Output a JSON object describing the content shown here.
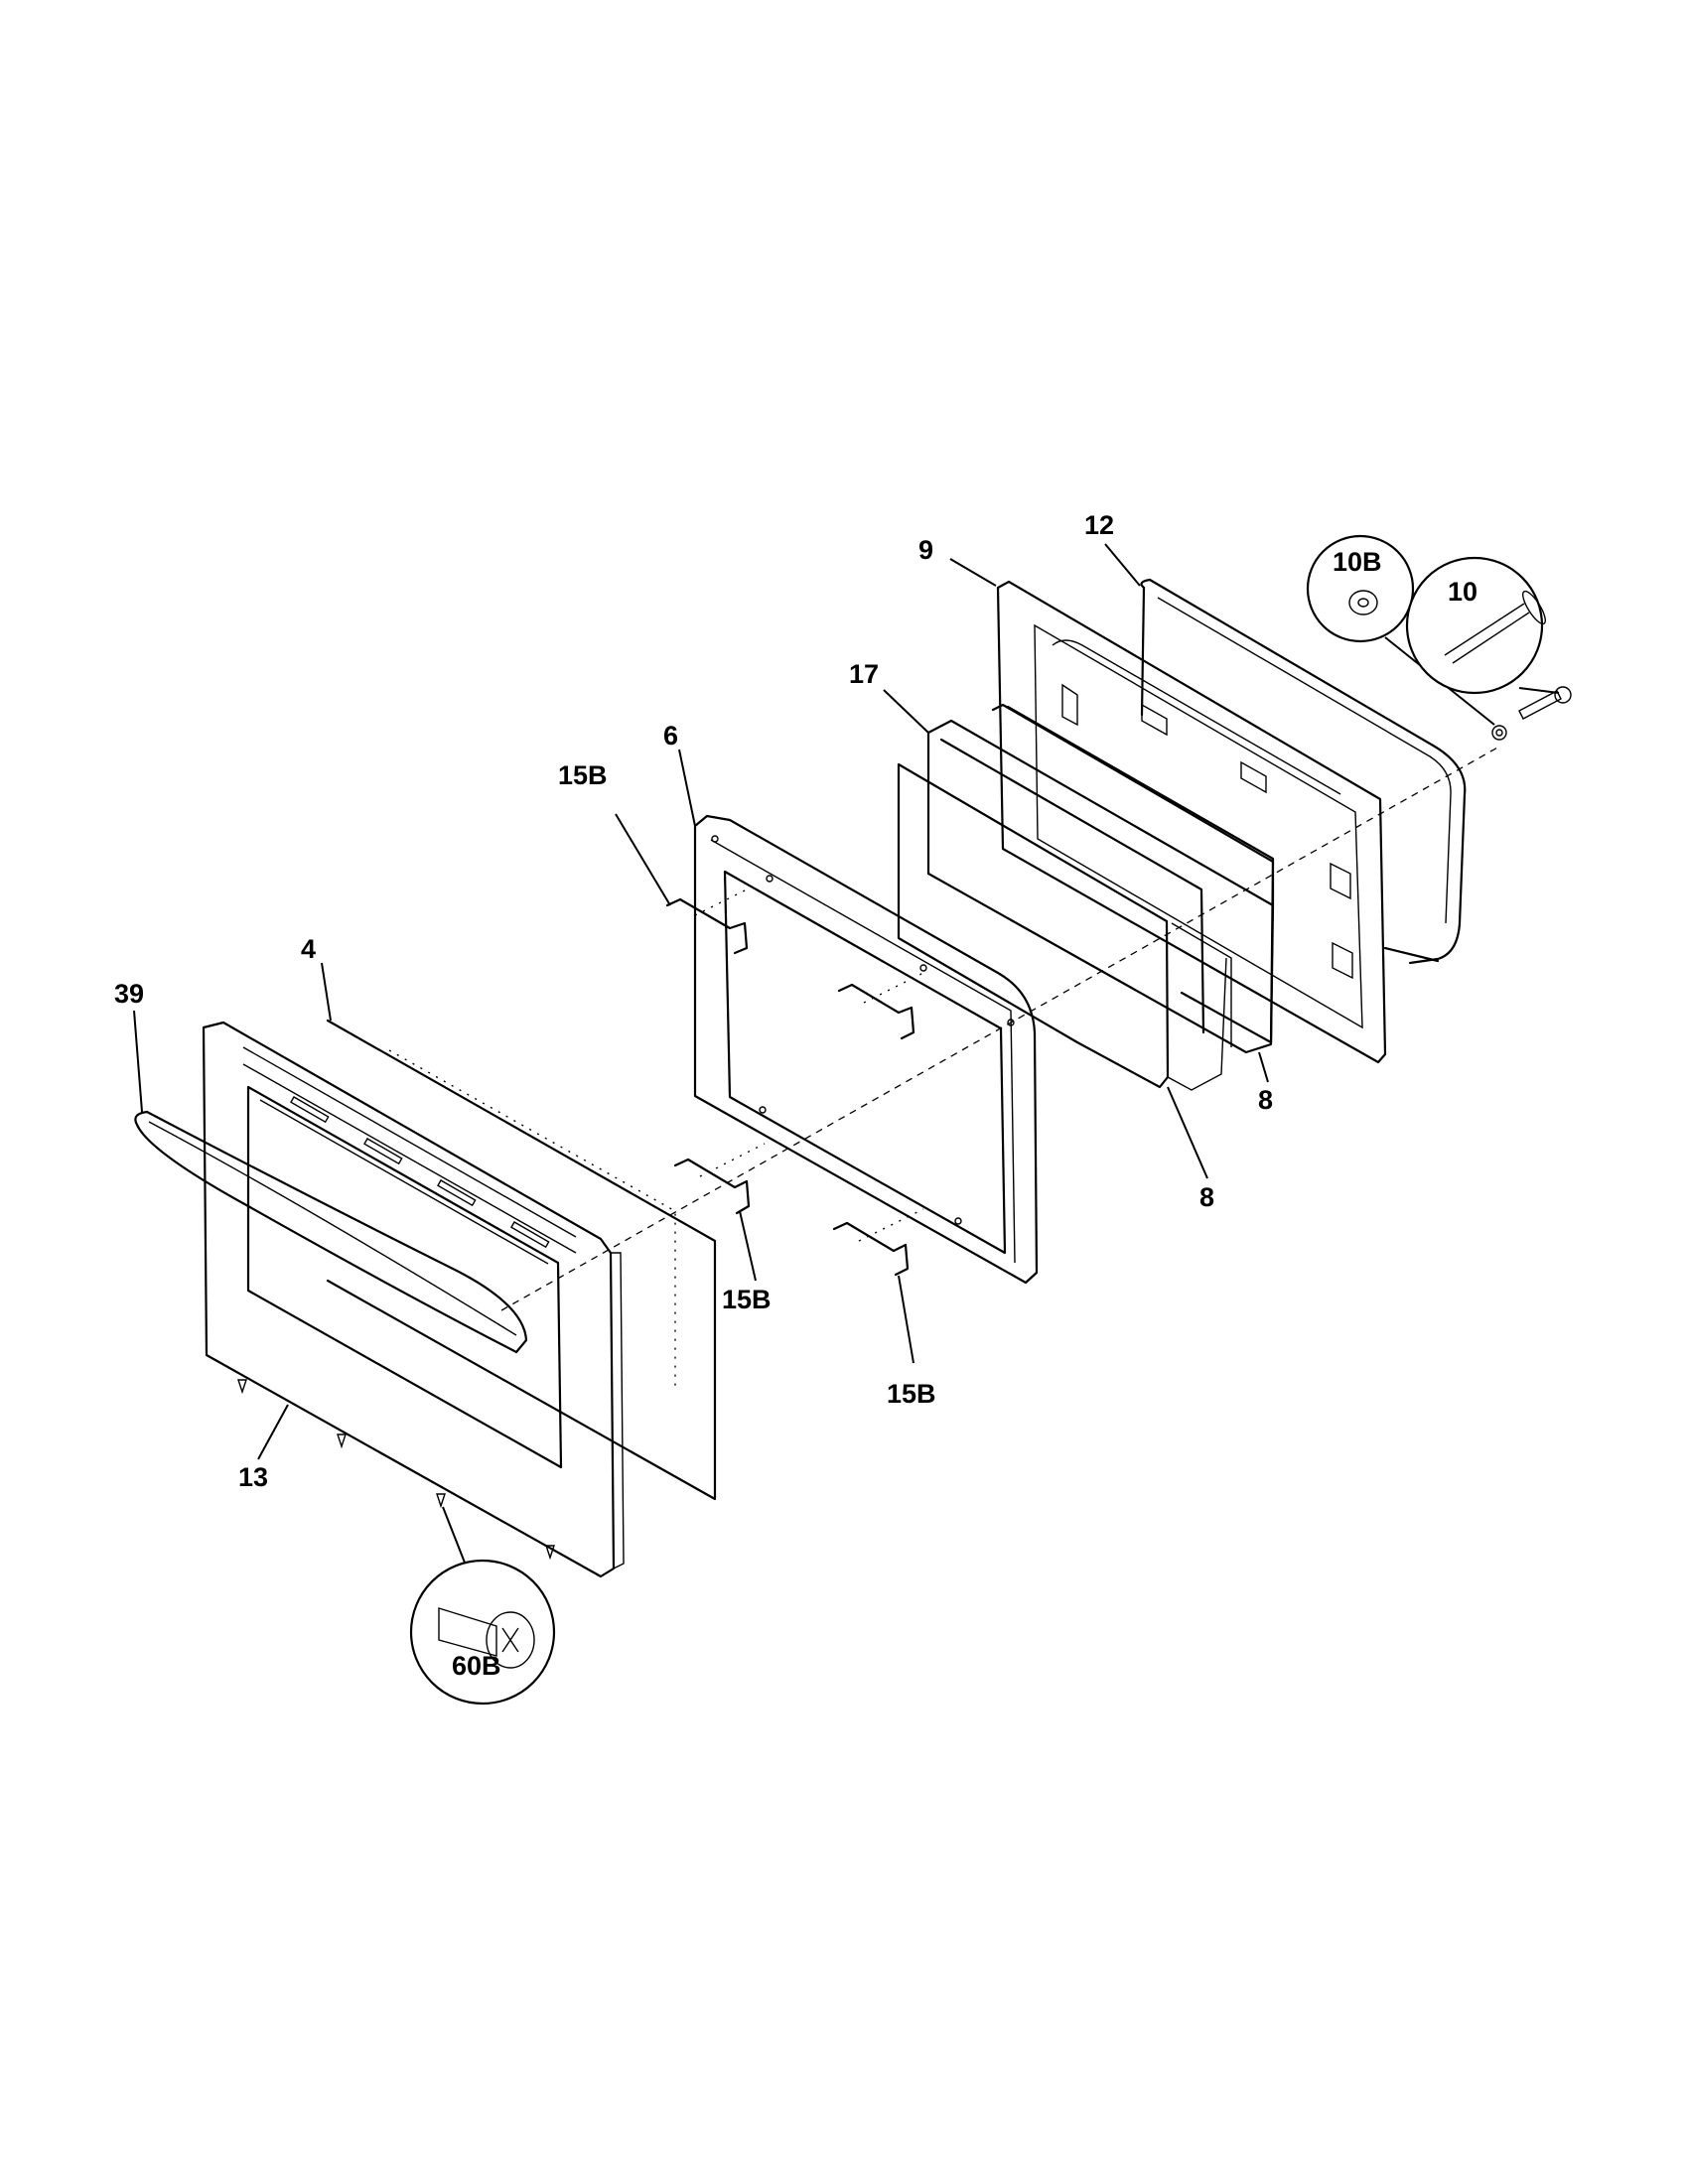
{
  "callouts": {
    "c9": "9",
    "c12": "12",
    "c10B": "10B",
    "c10": "10",
    "c17": "17",
    "c6": "6",
    "c15B_top": "15B",
    "c4": "4",
    "c39": "39",
    "c8_right": "8",
    "c8_left": "8",
    "c15B_mid": "15B",
    "c15B_bottom": "15B",
    "c13": "13",
    "c60B": "60B"
  }
}
